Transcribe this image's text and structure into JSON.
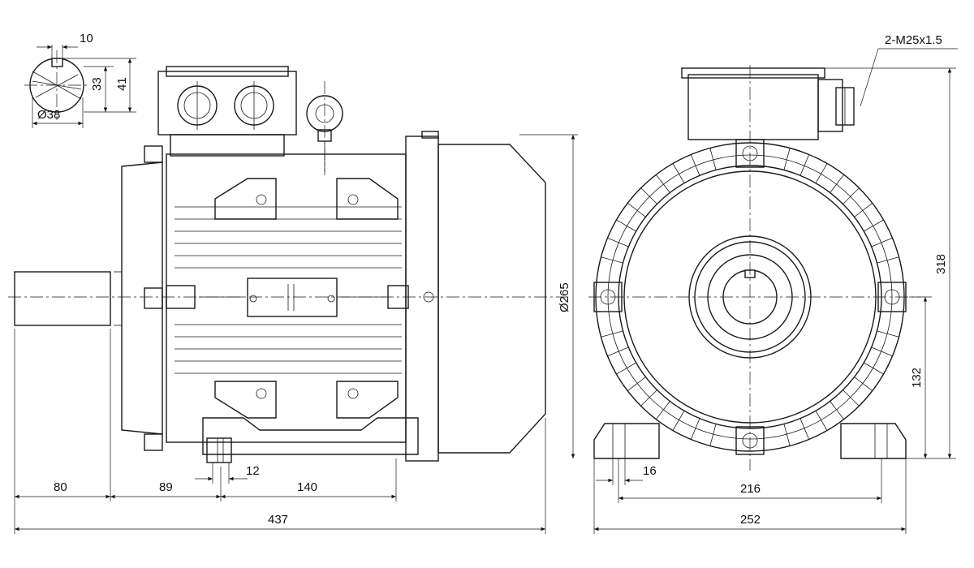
{
  "keyway": {
    "key_width": "10",
    "key_height": "33",
    "shaft_height": "41",
    "shaft_diameter": "Ø38"
  },
  "side_view": {
    "shaft_length": "80",
    "foot_offset": "89",
    "foot_hole_width": "12",
    "foot_length": "140",
    "overall_length": "437",
    "fan_cover_diameter": "Ø265"
  },
  "front_view": {
    "cable_glands": "2-M25x1.5",
    "overall_height": "318",
    "shaft_center_height": "132",
    "foot_hole_width": "16",
    "foot_spacing": "216",
    "foot_width": "252"
  }
}
